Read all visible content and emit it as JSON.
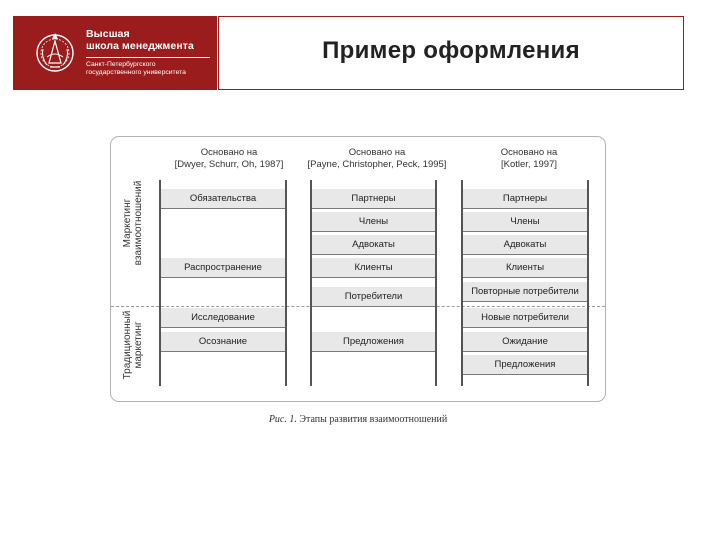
{
  "header": {
    "logo": {
      "line1": "Высшая",
      "line2": "школа менеджмента",
      "line3": "Санкт-Петербургского",
      "line4": "государственного университета"
    },
    "title": "Пример оформления"
  },
  "figure": {
    "side_labels": {
      "relationship": "Маркетинг взаимоотношений",
      "traditional": "Традиционный маркетинг"
    },
    "columns": [
      {
        "head1": "Основано на",
        "head2": "[Dwyer, Schurr, Oh, 1987]",
        "cells": [
          "Обязательства",
          "Распространение",
          "Исследование",
          "Осознание"
        ]
      },
      {
        "head1": "Основано на",
        "head2": "[Payne, Christopher, Peck, 1995]",
        "cells": [
          "Партнеры",
          "Члены",
          "Адвокаты",
          "Клиенты",
          "Потребители",
          "Предложения"
        ]
      },
      {
        "head1": "Основано на",
        "head2": "[Kotler, 1997]",
        "cells": [
          "Партнеры",
          "Члены",
          "Адвокаты",
          "Клиенты",
          "Повторные потребители",
          "Новые потребители",
          "Ожидание",
          "Предложения"
        ]
      }
    ],
    "caption_label": "Рис. 1.",
    "caption_text": "Этапы развития взаимоотношений"
  },
  "colors": {
    "brand": "#9b1c1c",
    "cell": "#e8e8e8"
  }
}
